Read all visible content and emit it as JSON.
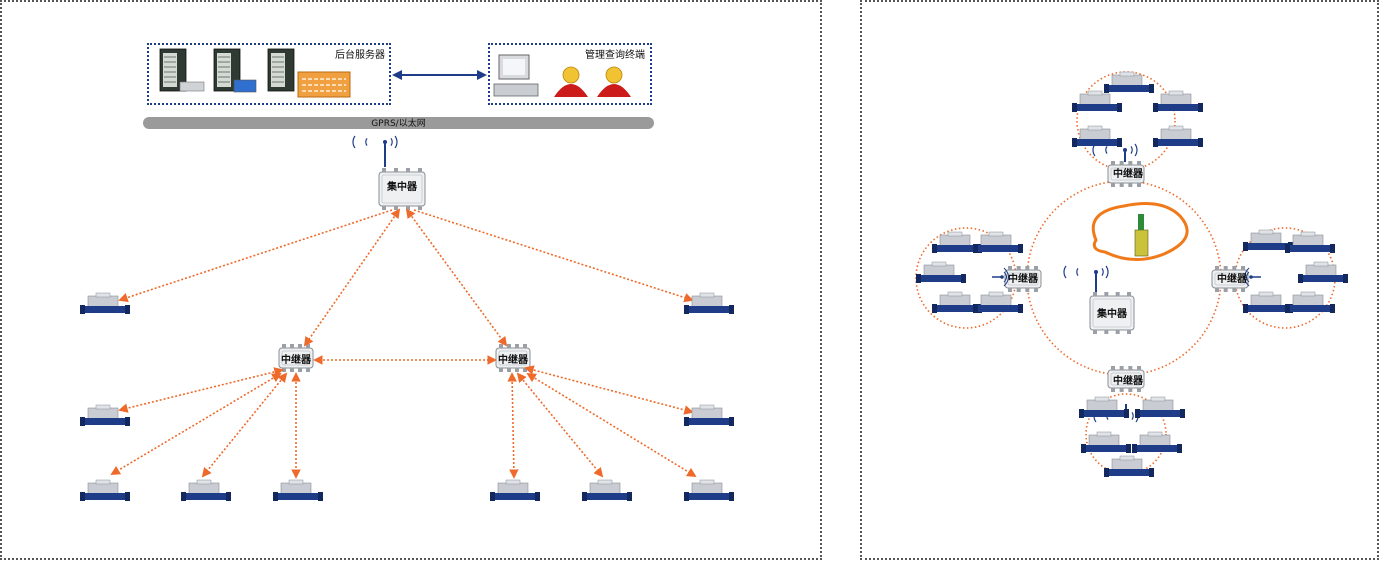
{
  "left_panel": {
    "server_group_label": "后台服务器",
    "terminal_group_label": "管理查询终端",
    "network_label": "GPRS/以太网",
    "concentrator_label": "集中器",
    "repeater_labels": [
      "中继器",
      "中继器"
    ]
  },
  "right_panel": {
    "concentrator_label": "集中器",
    "repeater_labels": [
      "中继器",
      "中继器",
      "中继器",
      "中继器"
    ]
  },
  "colors": {
    "link": "#ee6a2a",
    "box_border": "#1f3c88",
    "arrow": "#1f3c88",
    "meter_body": "#1f3c88",
    "meter_top": "#c9cdd3",
    "bar": "#9a9a9a"
  },
  "icons": [
    "server-icon",
    "computer-icon",
    "user-icon",
    "antenna-icon",
    "concentrator-icon",
    "repeater-icon",
    "water-meter-icon",
    "module-icon",
    "signal-icon"
  ]
}
